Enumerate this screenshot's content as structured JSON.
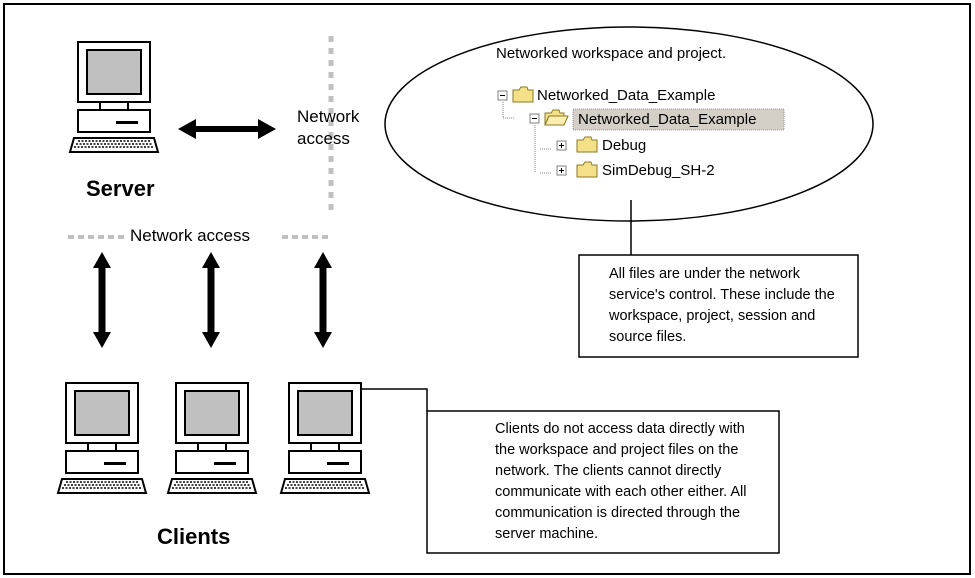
{
  "server_label": "Server",
  "clients_label": "Clients",
  "network_access_vertical": "Network\naccess",
  "network_access_horizontal": "Network access",
  "workspace": {
    "title": "Networked workspace and project.",
    "tree": [
      {
        "label": "Networked_Data_Example",
        "icon": "folder-closed-icon",
        "expander": "minus"
      },
      {
        "label": "Networked_Data_Example",
        "icon": "folder-open-icon",
        "expander": "minus",
        "selected": true
      },
      {
        "label": "Debug",
        "icon": "folder-closed-icon",
        "expander": "plus"
      },
      {
        "label": "SimDebug_SH-2",
        "icon": "folder-closed-icon",
        "expander": "plus"
      }
    ]
  },
  "callout_files": "All files are under the network service's control. These include the workspace, project, session and source files.",
  "callout_clients": "Clients do not access data directly with the workspace and project files on the network. The clients cannot directly communicate with each other either. All communication is directed through the server machine.",
  "colors": {
    "folder": "#f5e08a",
    "folder_outline": "#8a7a20",
    "selection": "#d4d0c8",
    "screen": "#c0c0c0",
    "dotted_line": "#c0c0c0"
  }
}
